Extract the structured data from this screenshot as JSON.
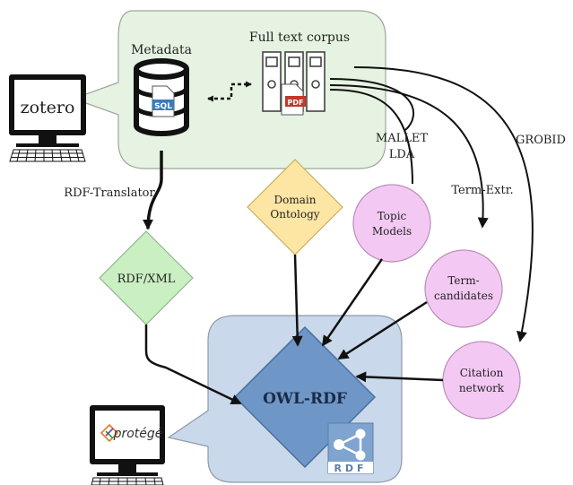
{
  "diagram": {
    "metadata": "Metadata",
    "full_text_corpus": "Full text corpus",
    "sql_icon_text": "SQL",
    "pdf_icon_text": "PDF",
    "zotero": "zotero",
    "protege": "protégé",
    "rdf_translator": "RDF-Translator",
    "mallet_lda_line1": "MALLET",
    "mallet_lda_line2": "LDA",
    "term_extr": "Term-Extr.",
    "grobid": "GROBID",
    "domain_ontology_line1": "Domain",
    "domain_ontology_line2": "Ontology",
    "rdf_xml": "RDF/XML",
    "topic_models_line1": "Topic",
    "topic_models_line2": "Models",
    "term_candidates_line1": "Term-",
    "term_candidates_line2": "candidates",
    "citation_network_line1": "Citation",
    "citation_network_line2": "network",
    "owl_rdf": "OWL-RDF",
    "rdf_logo_text": "RDF"
  },
  "colors": {
    "corpus_bubble": "#e6f3e2",
    "owl_bubble": "#c9d8ea",
    "owl_diamond": "#6e97c8",
    "rdfxml_diamond": "#c9efc2",
    "ontology_diamond": "#fde5a4",
    "topic_circle": "#f3c9f3",
    "arrow": "#111111"
  }
}
